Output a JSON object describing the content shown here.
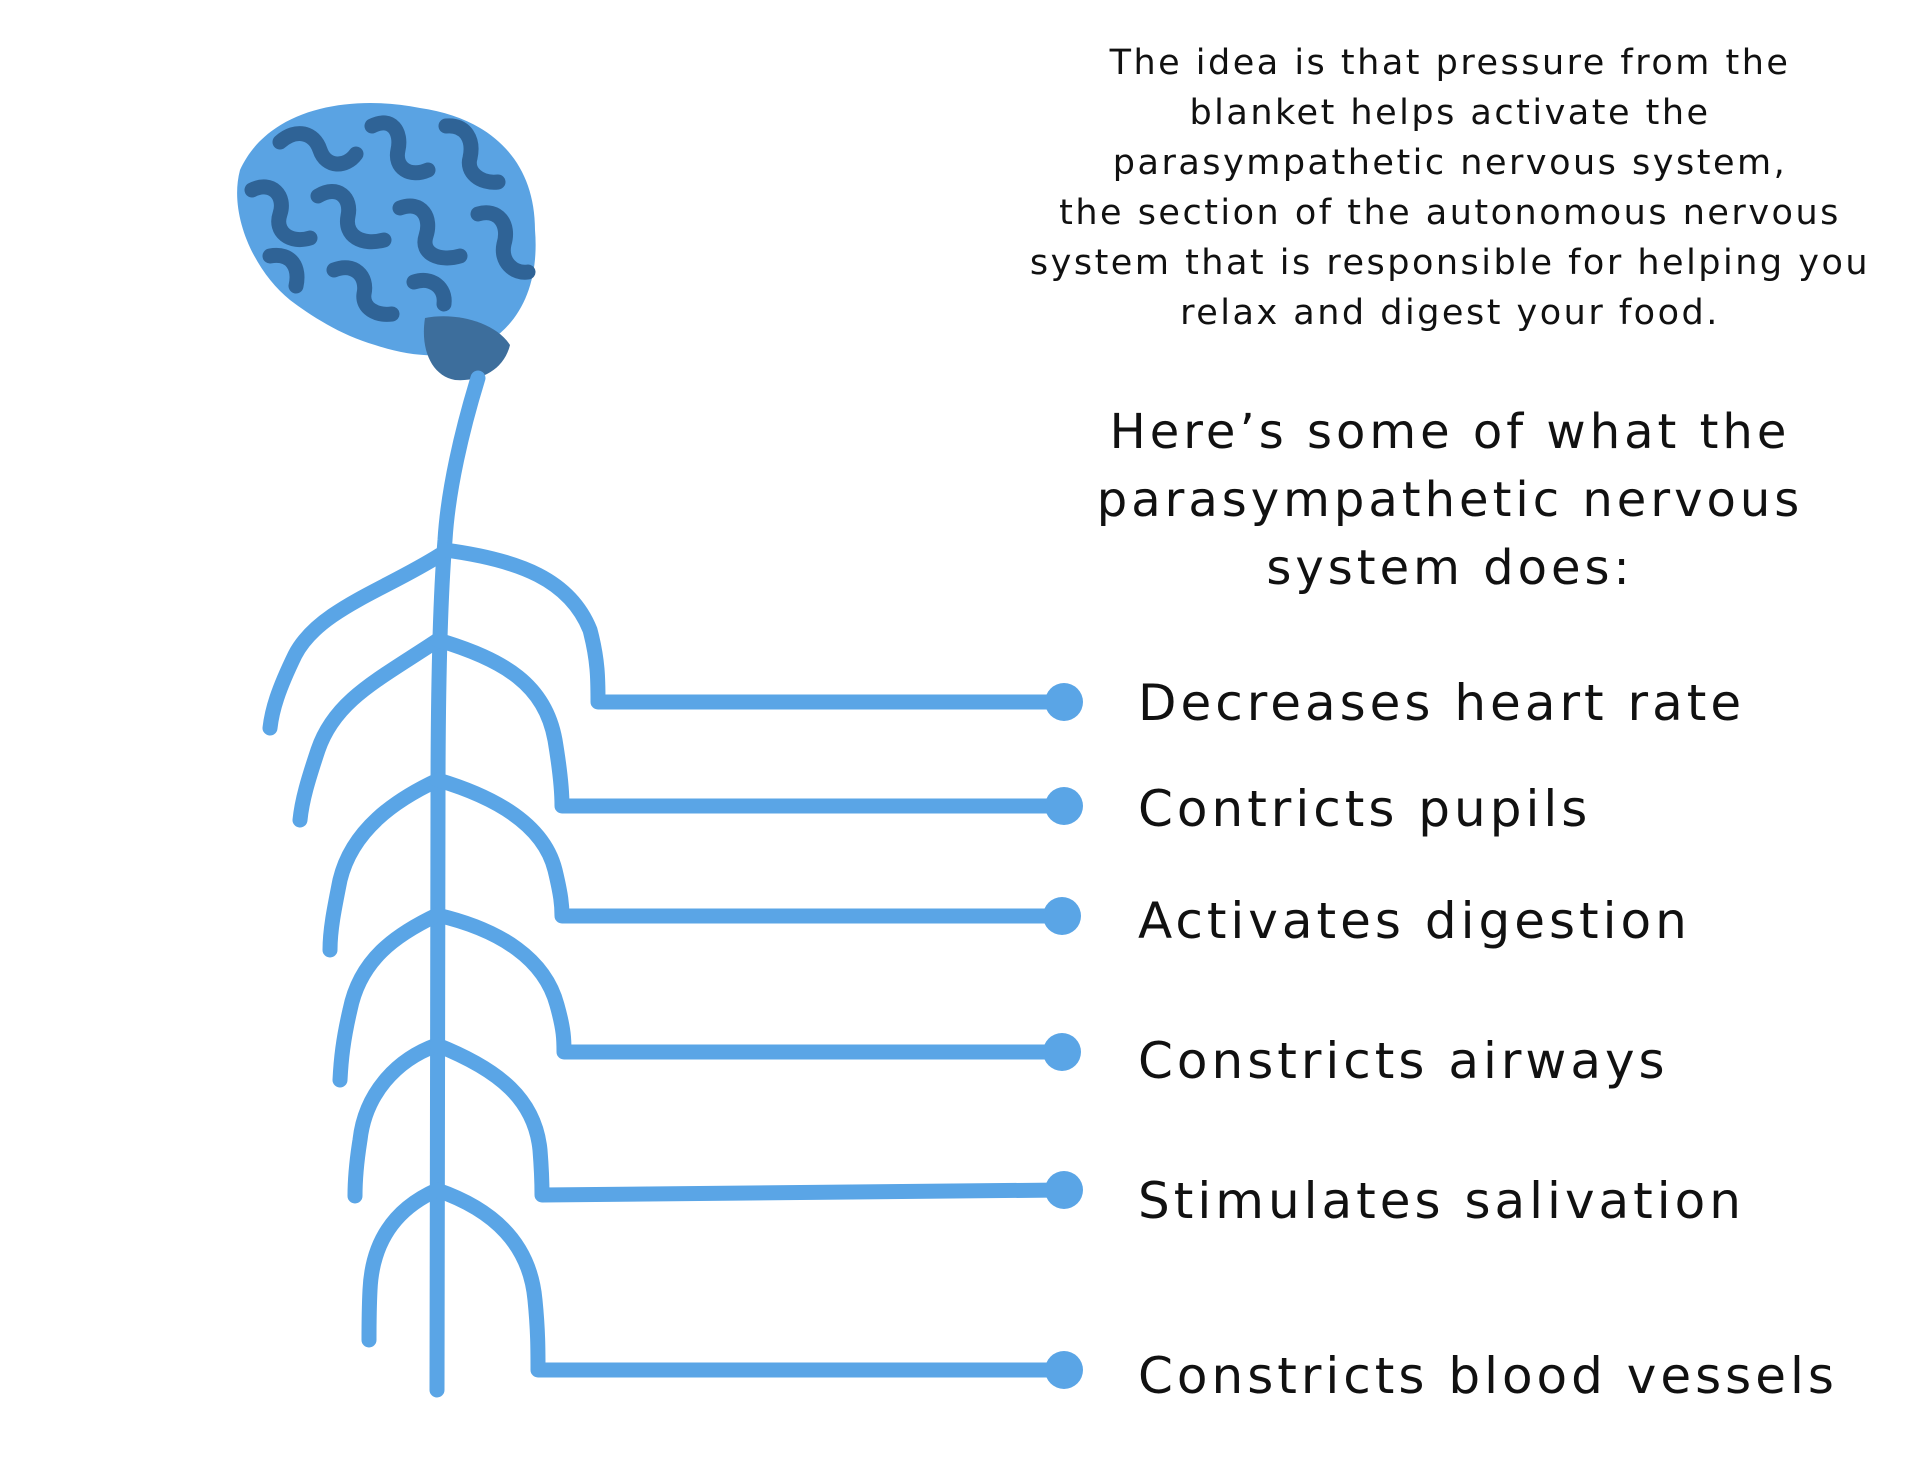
{
  "intro": {
    "lines": [
      "The idea is that pressure from the",
      "blanket helps activate the",
      "parasympathetic nervous system,",
      "the section of the autonomous nervous",
      "system that is responsible for helping you",
      "relax and digest your food."
    ]
  },
  "heading": {
    "lines": [
      "Here’s some of what the",
      "parasympathetic nervous",
      "system does:"
    ]
  },
  "effects": [
    "Decreases heart rate",
    "Contricts pupils",
    "Activates digestion",
    "Constricts airways",
    "Stimulates salivation",
    "Constricts blood vessels"
  ],
  "colors": {
    "nerve": "#5aa5e6",
    "brain": "#5aa3e3",
    "brain_folds": "#2f6396",
    "brainstem": "#3d6e9c",
    "text": "#111111",
    "background": "#ffffff"
  },
  "icons": {
    "brain": "brain-icon"
  }
}
